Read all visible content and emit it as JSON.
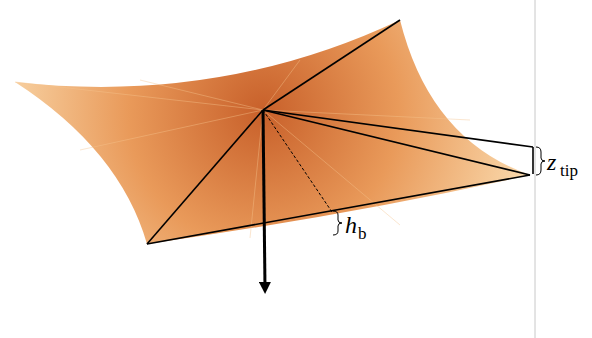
{
  "diagram": {
    "labels": [
      "z",
      "tip",
      "h",
      "b"
    ]
  }
}
